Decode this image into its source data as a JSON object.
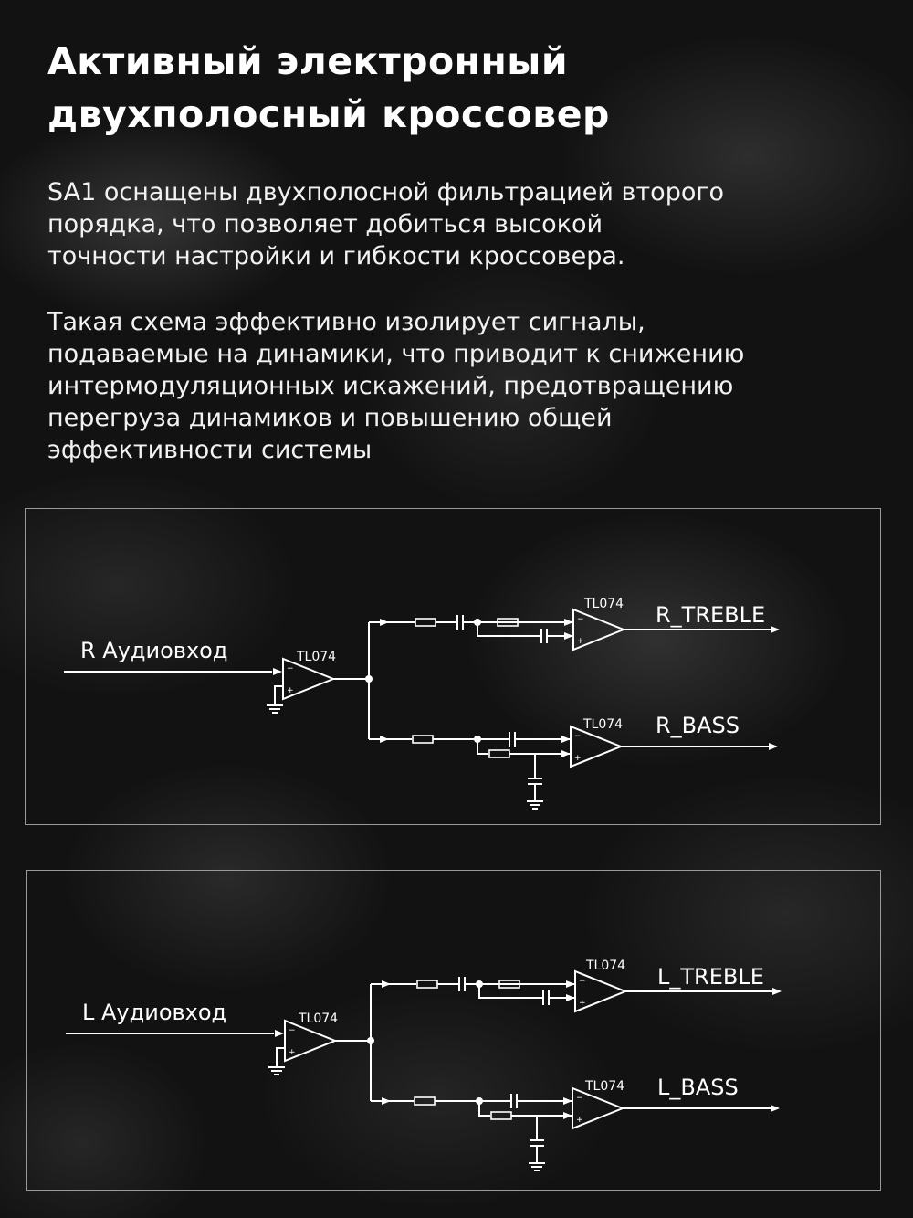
{
  "heading": {
    "lines": [
      "Активный электронный",
      "двухполосный кроссовер"
    ]
  },
  "paragraphs": {
    "p1": [
      "SA1 оснащены двухполосной фильтрацией второго",
      "порядка, что позволяет добиться высокой",
      "точности настройки и гибкости кроссовера."
    ],
    "p2": [
      "Такая схема эффективно изолирует сигналы,",
      "подаваемые на динамики, что приводит к снижению",
      "интермодуляционных искажений, предотвращению",
      "перегруза динамиков и повышению общей",
      "эффективности системы"
    ]
  },
  "diagrams": [
    {
      "input_label": "R Аудиовход",
      "opamp_label": "TL074",
      "treble_label": "R_TREBLE",
      "bass_label": "R_BASS"
    },
    {
      "input_label": "L Аудиовход",
      "opamp_label": "TL074",
      "treble_label": "L_TREBLE",
      "bass_label": "L_BASS"
    }
  ],
  "colors": {
    "background": "#121212",
    "text": "#ffffff",
    "panel_border": "#9a9a9a",
    "circuit_stroke": "#ffffff"
  }
}
